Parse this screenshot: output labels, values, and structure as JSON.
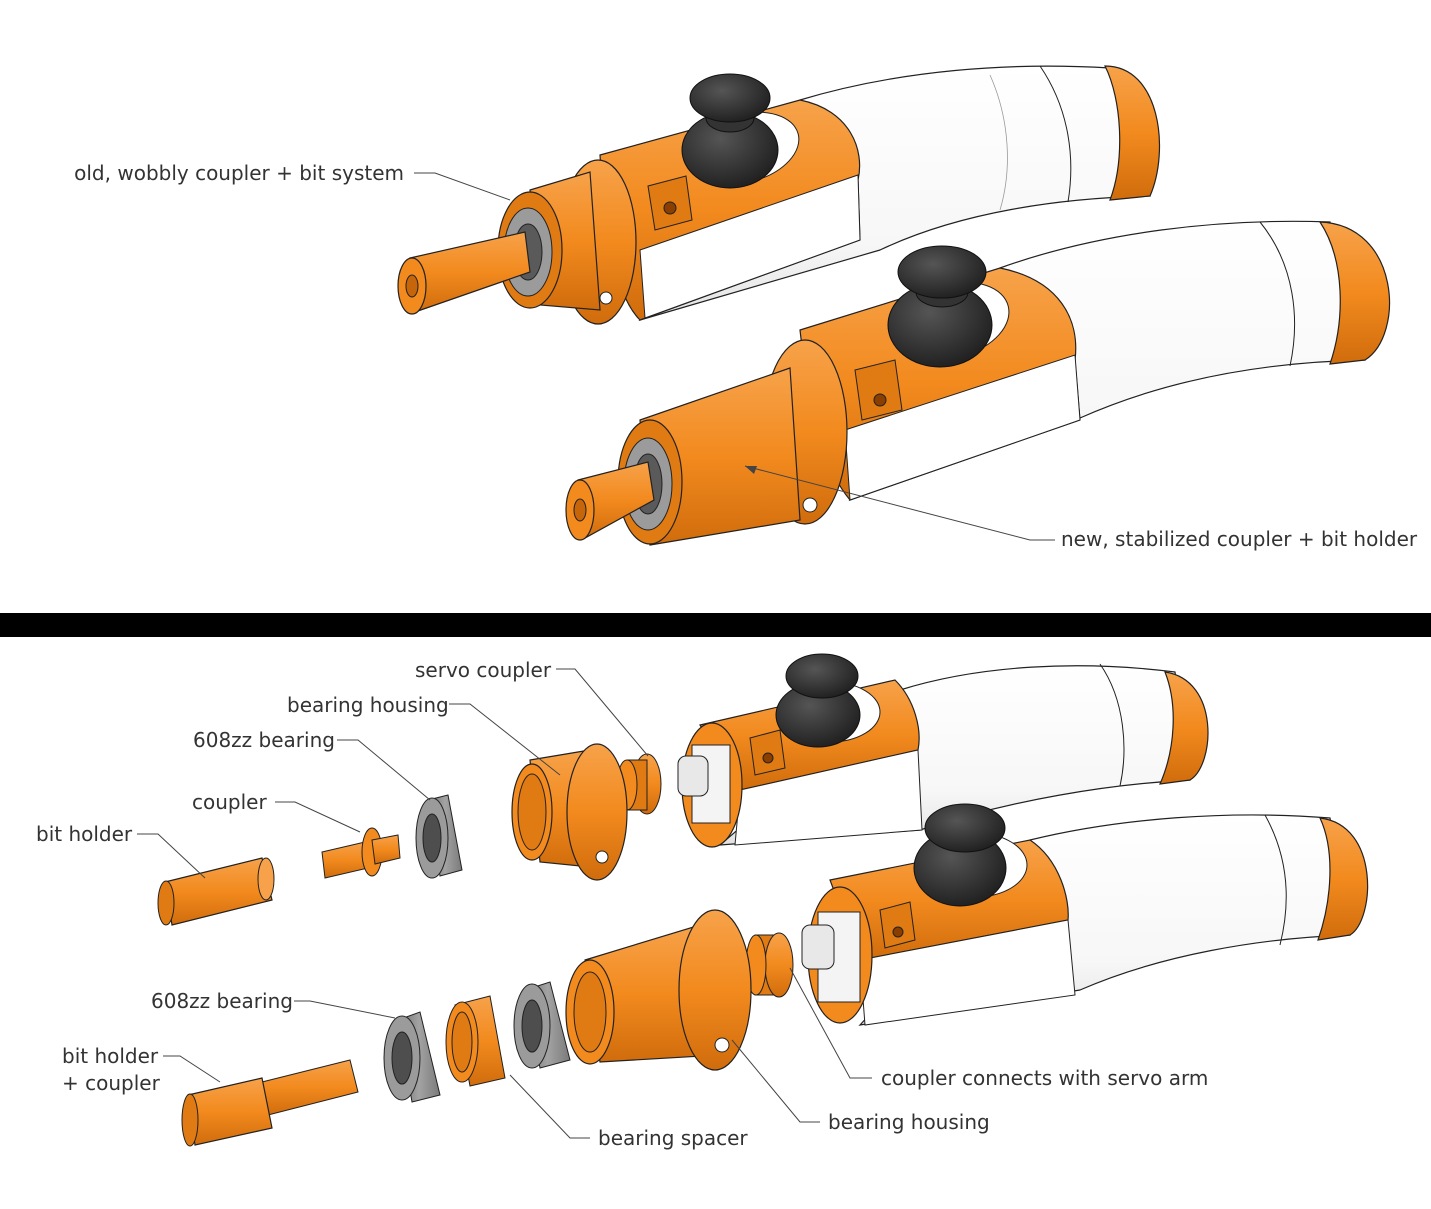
{
  "colors": {
    "orange": "#f28a1e",
    "orange_dark": "#c7650a",
    "orange_shadow": "#a9520a",
    "white_body": "#ffffff",
    "body_shade": "#e9e9e9",
    "knob": "#2e2e2e",
    "bearing_grey": "#8a8a8a",
    "divider": "#000000",
    "label_text": "#333333"
  },
  "top_panel": {
    "label_old": "old, wobbly coupler + bit system",
    "label_new": "new, stabilized coupler + bit holder"
  },
  "bottom_panel": {
    "label_servo_coupler": "servo coupler",
    "label_bearing_housing_upper": "bearing housing",
    "label_608zz_upper": "608zz bearing",
    "label_coupler": "coupler",
    "label_bit_holder": "bit holder",
    "label_608zz_lower": "608zz bearing",
    "label_bit_holder_coupler_line1": "bit holder",
    "label_bit_holder_coupler_line2": "+ coupler",
    "label_bearing_spacer": "bearing spacer",
    "label_bearing_housing_lower": "bearing housing",
    "label_coupler_connects": "coupler connects with servo arm"
  }
}
